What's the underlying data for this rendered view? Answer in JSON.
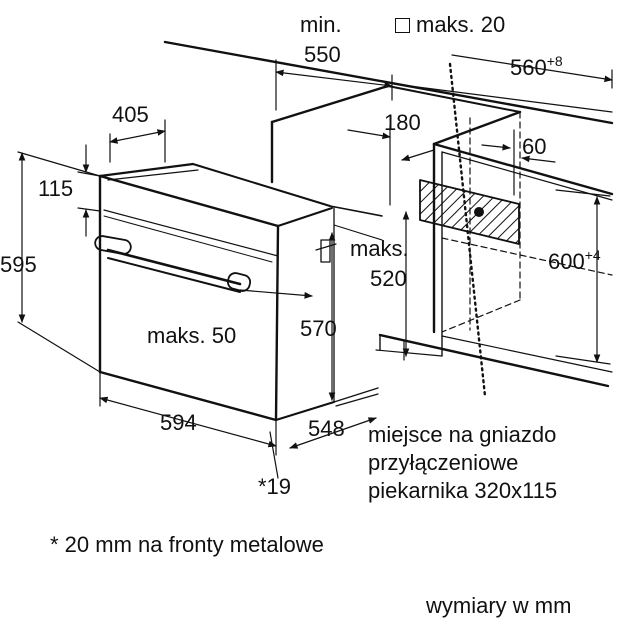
{
  "dimensions": {
    "min_label": "min.",
    "min_value": "550",
    "maks20_label": "maks. 20",
    "width_560": "560",
    "width_560_sup": "+8",
    "d405": "405",
    "d180": "180",
    "d60": "60",
    "d115": "115",
    "d595": "595",
    "maks_label": "maks.",
    "d520": "520",
    "d600": "600",
    "d600_sup": "+4",
    "maks50": "maks. 50",
    "d570": "570",
    "d594": "594",
    "d548": "548",
    "d19": "*19"
  },
  "notes": {
    "socket_line1": "miejsce na gniazdo",
    "socket_line2": "przyłączeniowe",
    "socket_line3": "piekarnika 320x115",
    "metal_fronts": "* 20 mm na fronty metalowe",
    "units": "wymiary w mm"
  },
  "icons": {
    "square_symbol": "square-outline-icon"
  }
}
